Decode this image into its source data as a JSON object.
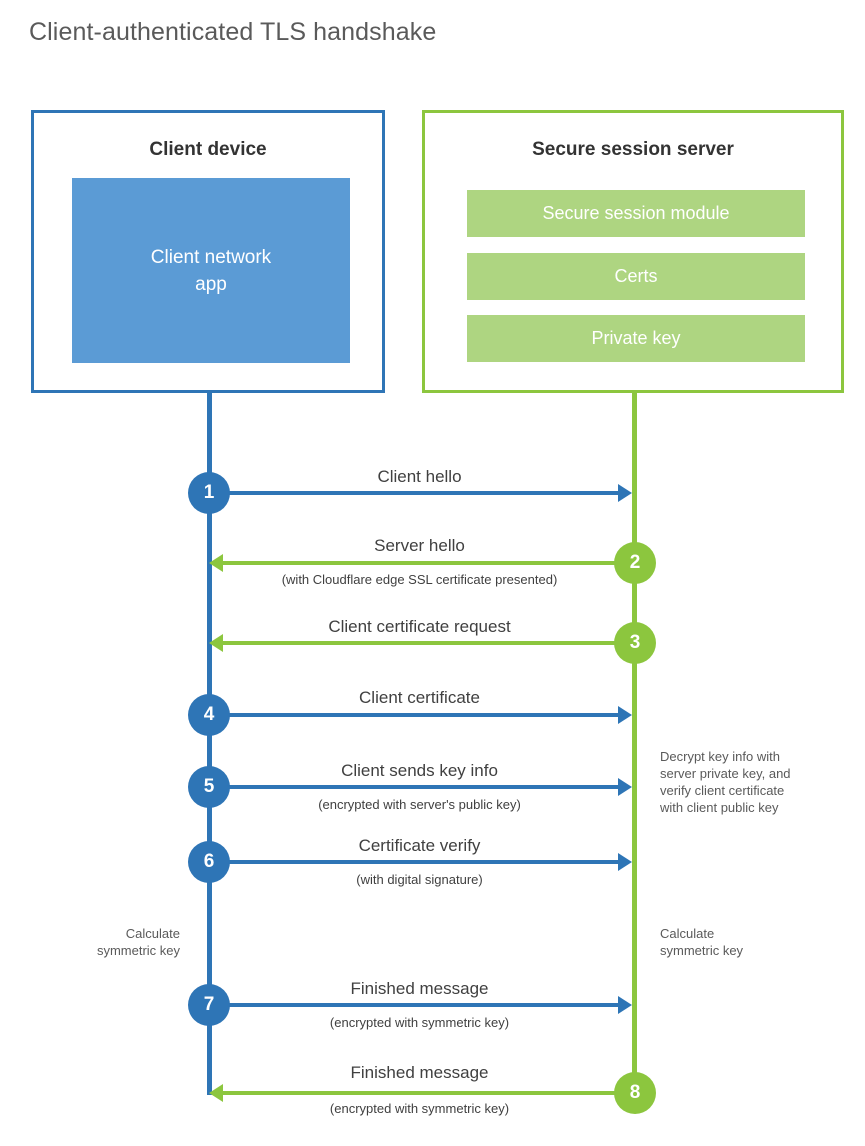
{
  "diagram": {
    "title": "Client-authenticated TLS handshake",
    "colors": {
      "client_border": "#2e75b6",
      "client_fill": "#5b9bd5",
      "server_border": "#8cc63e",
      "server_fill": "#aed581",
      "text": "#404040",
      "title_text": "#5a5a5a"
    }
  },
  "client_node": {
    "title": "Client device",
    "app_label": "Client network\napp",
    "app_label_line1": "Client network",
    "app_label_line2": "app"
  },
  "server_node": {
    "title": "Secure session server",
    "components": [
      {
        "label": "Secure session module"
      },
      {
        "label": "Certs"
      },
      {
        "label": "Private key"
      }
    ]
  },
  "steps": [
    {
      "number": "1",
      "label": "Client hello",
      "sub": "",
      "direction": "client-to-server",
      "color": "blue"
    },
    {
      "number": "2",
      "label": "Server hello",
      "sub": "(with Cloudflare edge SSL certificate presented)",
      "direction": "server-to-client",
      "color": "green"
    },
    {
      "number": "3",
      "label": "Client certificate request",
      "sub": "",
      "direction": "server-to-client",
      "color": "green"
    },
    {
      "number": "4",
      "label": "Client certificate",
      "sub": "",
      "direction": "client-to-server",
      "color": "blue"
    },
    {
      "number": "5",
      "label": "Client sends key info",
      "sub": "(encrypted with server's public key)",
      "direction": "client-to-server",
      "color": "blue"
    },
    {
      "number": "6",
      "label": "Certificate verify",
      "sub": "(with digital signature)",
      "direction": "client-to-server",
      "color": "blue"
    },
    {
      "number": "7",
      "label": "Finished message",
      "sub": "(encrypted with symmetric key)",
      "direction": "client-to-server",
      "color": "blue"
    },
    {
      "number": "8",
      "label": "Finished message",
      "sub": "(encrypted with symmetric key)",
      "direction": "server-to-client",
      "color": "green"
    }
  ],
  "notes": {
    "server_decrypt": "Decrypt key info with server private key, and verify client certificate with client public key",
    "server_decrypt_lines": [
      "Decrypt key info with",
      "server private key, and",
      "verify client certificate",
      "with client public key"
    ],
    "client_calculate": "Calculate\nsymmetric key",
    "client_calculate_lines": [
      "Calculate",
      "symmetric key"
    ],
    "server_calculate": "Calculate\nsymmetric key",
    "server_calculate_lines": [
      "Calculate",
      "symmetric key"
    ]
  }
}
